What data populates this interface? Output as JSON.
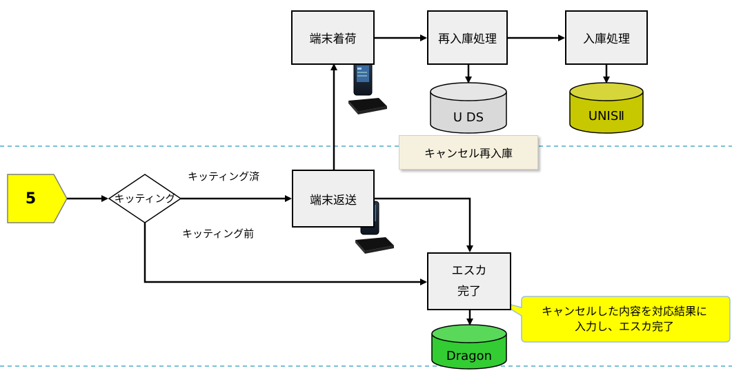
{
  "nodes": {
    "start_marker": "5",
    "decision": "キッティング",
    "terminal_arrival": "端末着荷",
    "re_stock": "再入庫処理",
    "stock": "入庫処理",
    "terminal_return": "端末返送",
    "esca_line1": "エスカ",
    "esca_line2": "完了",
    "db_uds": "U DS",
    "db_unis": "UNISⅡ",
    "db_dragon": "Dragon"
  },
  "labels": {
    "kitted": "キッティング済",
    "before_kitting": "キッティング前",
    "cancel_restock": "キャンセル再入庫"
  },
  "callout": {
    "line1": "キャンセルした内容を対応結果に",
    "line2": "入力し、エスカ完了"
  },
  "colors": {
    "start_fill": "#ffff00",
    "callout_fill": "#ffff00",
    "uds_fill": "#d9d9d9",
    "unis_fill": "#c8c800",
    "dragon_fill": "#33cc33",
    "divider": "#4bacc6"
  },
  "icons": [
    "handheld-terminal-icon",
    "handheld-terminal-icon"
  ]
}
